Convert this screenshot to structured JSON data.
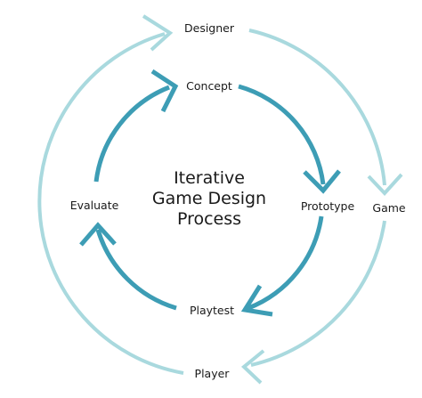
{
  "colors": {
    "inner_cycle": "#3d9db5",
    "outer_cycle": "#a9d9de",
    "text": "#1a1a1a"
  },
  "title_lines": [
    "Iterative",
    "Game Design",
    "Process"
  ],
  "inner_cycle": {
    "nodes": [
      "Concept",
      "Prototype",
      "Playtest",
      "Evaluate"
    ]
  },
  "outer_cycle": {
    "nodes": [
      "Designer",
      "Game",
      "Player"
    ]
  }
}
